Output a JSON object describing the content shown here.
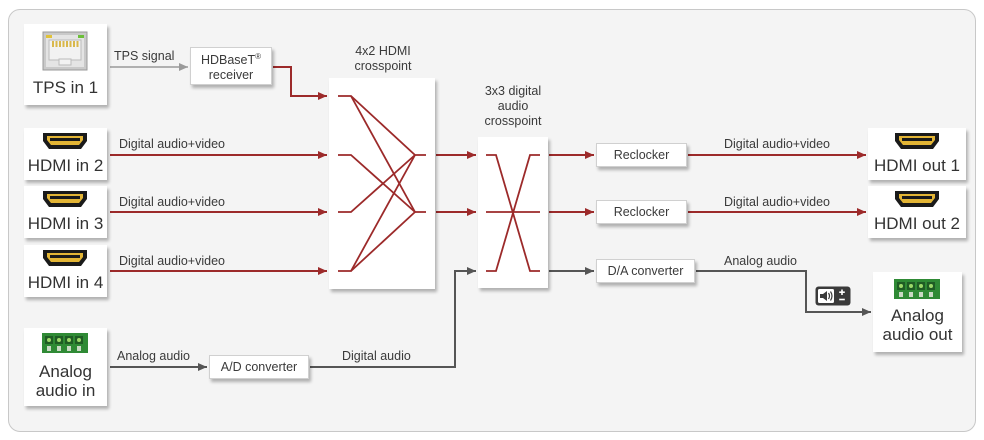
{
  "inputs": {
    "tps": "TPS in 1",
    "hdmi2": "HDMI in 2",
    "hdmi3": "HDMI in 3",
    "hdmi4": "HDMI in 4",
    "analog_line1": "Analog",
    "analog_line2": "audio in"
  },
  "outputs": {
    "hdmi1": "HDMI out 1",
    "hdmi2": "HDMI out 2",
    "analog_line1": "Analog",
    "analog_line2": "audio out"
  },
  "blocks": {
    "hdbaset_line1": "HDBaseT",
    "hdbaset_reg": "®",
    "hdbaset_line2": "receiver",
    "crosspoint_hdmi_line1": "4x2 HDMI",
    "crosspoint_hdmi_line2": "crosspoint",
    "crosspoint_audio_line1": "3x3 digital",
    "crosspoint_audio_line2": "audio",
    "crosspoint_audio_line3": "crosspoint",
    "reclocker1": "Reclocker",
    "reclocker2": "Reclocker",
    "da_converter": "D/A converter",
    "ad_converter": "A/D converter"
  },
  "signals": {
    "tps": "TPS signal",
    "digital_av_in2": "Digital audio+video",
    "digital_av_in3": "Digital audio+video",
    "digital_av_in4": "Digital audio+video",
    "digital_av_out1": "Digital audio+video",
    "digital_av_out2": "Digital audio+video",
    "analog_audio_in": "Analog audio",
    "digital_audio": "Digital audio",
    "analog_audio_out": "Analog audio"
  },
  "icons": {
    "tps_port": "rj45-port-icon",
    "hdmi_port": "hdmi-port-icon",
    "audio_port": "phoenix-terminal-icon",
    "volume": "volume-balance-icon"
  },
  "colors": {
    "digital_line": "#9c2a2a",
    "analog_line": "#555555",
    "tps_line": "#9a9a9a",
    "frame_bg": "#f4f4f4"
  }
}
